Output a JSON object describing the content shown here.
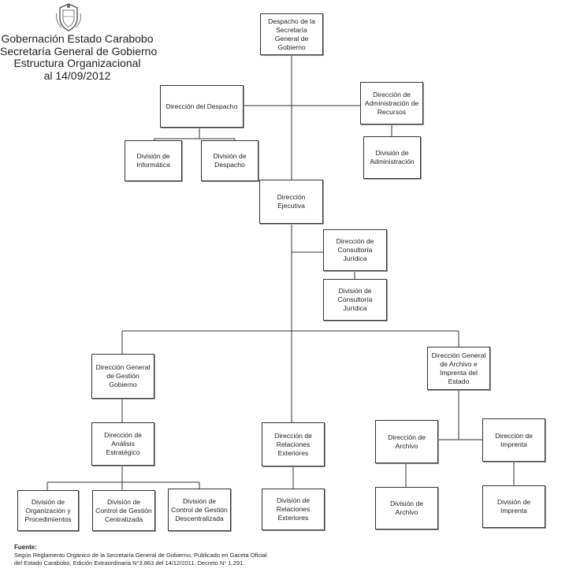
{
  "header": {
    "lines": [
      "Gobernación Estado Carabobo",
      "Secretaría General de Gobierno",
      "Estructura Organizacional",
      "al 14/09/2012"
    ]
  },
  "units": {
    "despacho_secretaria": "Despacho de la Secretaría General de Gobierno",
    "dir_despacho": "Dirección del Despacho",
    "div_informatica": "División de Informática",
    "div_despacho": "División de Despacho",
    "dir_admin_recursos": "Dirección de Administración de Recursos",
    "div_administracion": "División de Administración",
    "dir_ejecutiva": "Dirección Ejecutiva",
    "dir_consultoria": "Dirección de Consultoría Jurídica",
    "div_consultoria": "División de Consultoría Jurídica",
    "dir_gestion_gobierno": "Dirección General de Gestión Gobierno",
    "dir_analisis": "Dirección de Análisis Estratégico",
    "div_organizacion": "División de Organización y Procedimientos",
    "div_gestion_centralizada": "División de Control de Gestión Centralizada",
    "div_gestion_descentralizada": "División de Control de Gestión Descentralizada",
    "dir_relaciones": "Dirección de Relaciones Exteriores",
    "div_relaciones": "División de Relaciones Exteriores",
    "dir_archivo_imprenta": "Dirección General de Archivo e Imprenta del Estado",
    "dir_archivo": "Dirección de Archivo",
    "dir_imprenta": "Dirección de Imprenta",
    "div_archivo": "División de Archivo",
    "div_imprenta": "División de Imprenta"
  },
  "footer": {
    "label": "Fuente:",
    "lines": [
      "Según Reglamento Orgánico de la Secretaría General de Gobierno, Publicado en Gaceta Oficial",
      "del Estado Carabobo, Edición Extraordinaria N°3.863 del 14/12/2011, Decreto N° 1.291."
    ]
  }
}
